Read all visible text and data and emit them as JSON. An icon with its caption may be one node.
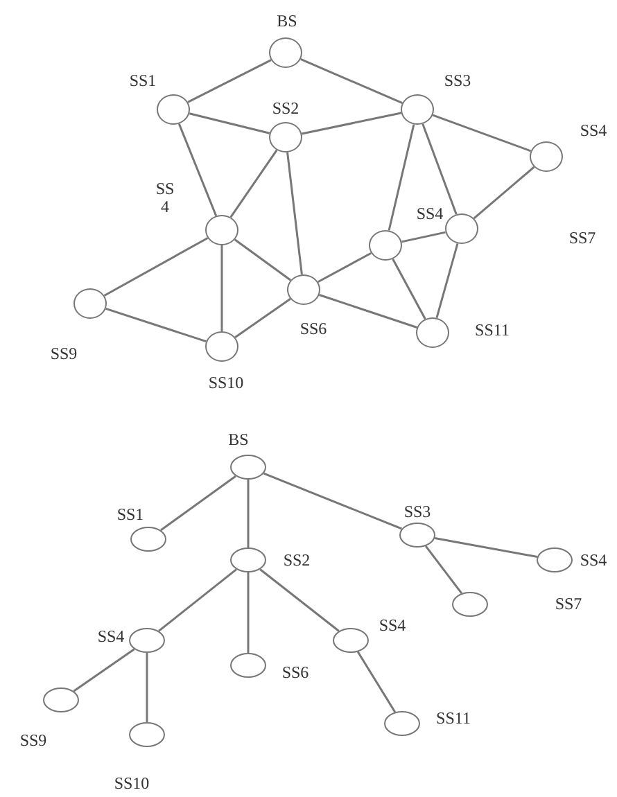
{
  "diagram": {
    "nodes": [
      {
        "text": [
          "BS"
        ]
      },
      {
        "text": [
          "SS1"
        ]
      },
      {
        "text": [
          "SS2"
        ]
      },
      {
        "text": [
          "SS3"
        ]
      },
      {
        "text": [
          "SS4"
        ]
      },
      {
        "text": [
          "SS 4"
        ]
      },
      {
        "text": [
          "SS4"
        ]
      },
      {
        "text": [],
        "shape": "circle"
      },
      {
        "text": [
          "SS6"
        ]
      },
      {
        "text": [
          "SS11"
        ]
      },
      {
        "text": [
          "SS9"
        ]
      },
      {
        "text": [
          "SS10"
        ]
      },
      {
        "text": [
          "BS"
        ]
      },
      {
        "text": [
          "SS1"
        ]
      },
      {
        "text": [
          "SS2"
        ]
      },
      {
        "text": [
          "SS3"
        ]
      },
      {
        "text": [
          "SS4"
        ]
      },
      {
        "text": [],
        "shape": "circle"
      },
      {
        "text": [
          "SS4"
        ]
      },
      {
        "text": [
          "SS4"
        ]
      },
      {
        "text": [
          "SS6"
        ]
      },
      {
        "text": [
          "SS11"
        ]
      },
      {
        "text": [
          "SS9"
        ]
      },
      {
        "text": [
          "SS10"
        ]
      }
    ],
    "edges": [
      {
        "from": 0,
        "to": 1,
        "arrow": "none"
      },
      {
        "from": 0,
        "to": 3,
        "arrow": "none"
      },
      {
        "from": 1,
        "to": 2,
        "arrow": "none"
      },
      {
        "from": 2,
        "to": 3,
        "arrow": "none"
      },
      {
        "from": 1,
        "to": 5,
        "arrow": "none"
      },
      {
        "from": 2,
        "to": 5,
        "arrow": "none"
      },
      {
        "from": 2,
        "to": 8,
        "arrow": "none"
      },
      {
        "from": 3,
        "to": 4,
        "arrow": "none"
      },
      {
        "from": 3,
        "to": 7,
        "arrow": "none"
      },
      {
        "from": 3,
        "to": 6,
        "arrow": "none"
      },
      {
        "from": 4,
        "to": 6,
        "arrow": "none"
      },
      {
        "from": 7,
        "to": 6,
        "arrow": "none"
      },
      {
        "from": 7,
        "to": 8,
        "arrow": "none"
      },
      {
        "from": 7,
        "to": 9,
        "arrow": "none"
      },
      {
        "from": 6,
        "to": 9,
        "arrow": "none"
      },
      {
        "from": 5,
        "to": 10,
        "arrow": "none"
      },
      {
        "from": 5,
        "to": 11,
        "arrow": "none"
      },
      {
        "from": 5,
        "to": 8,
        "arrow": "none"
      },
      {
        "from": 8,
        "to": 11,
        "arrow": "none"
      },
      {
        "from": 8,
        "to": 9,
        "arrow": "none"
      },
      {
        "from": 10,
        "to": 11,
        "arrow": "none"
      },
      {
        "from": 12,
        "to": 13,
        "arrow": "none"
      },
      {
        "from": 12,
        "to": 14,
        "arrow": "none"
      },
      {
        "from": 12,
        "to": 15,
        "arrow": "none"
      },
      {
        "from": 15,
        "to": 16,
        "arrow": "none"
      },
      {
        "from": 15,
        "to": 17,
        "arrow": "none"
      },
      {
        "from": 14,
        "to": 18,
        "arrow": "none"
      },
      {
        "from": 14,
        "to": 20,
        "arrow": "none"
      },
      {
        "from": 14,
        "to": 19,
        "arrow": "none"
      },
      {
        "from": 18,
        "to": 22,
        "arrow": "none"
      },
      {
        "from": 18,
        "to": 23,
        "arrow": "none"
      },
      {
        "from": 19,
        "to": 21,
        "arrow": "none"
      }
    ],
    "labels": [
      "SS7",
      "SS7"
    ]
  }
}
